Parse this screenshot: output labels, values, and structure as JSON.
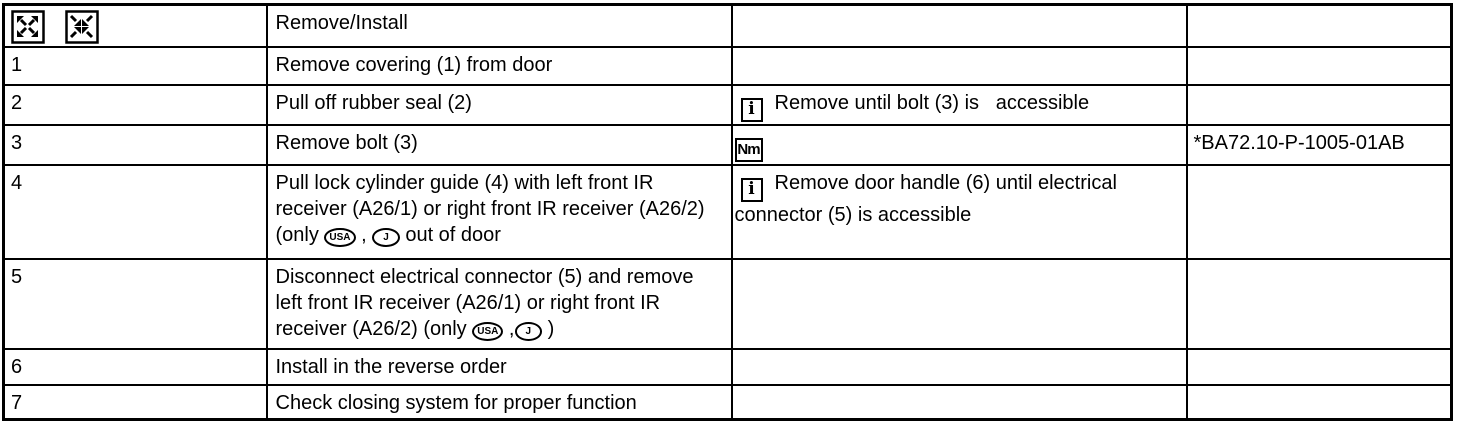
{
  "page": {
    "background": "#ffffff",
    "border_color": "#000000",
    "text_color": "#000000"
  },
  "table": {
    "header": {
      "title": "Remove/Install",
      "expand_icon": "expand-arrows",
      "collapse_icon": "collapse-arrows"
    },
    "icons": {
      "info_glyph": "i",
      "nm_glyph": "Nm",
      "usa_label": "USA",
      "japan_label": "J"
    },
    "rows": [
      {
        "num": "1",
        "action": "Remove covering (1) from door",
        "note_text": "",
        "ref": ""
      },
      {
        "num": "2",
        "action": "Pull off rubber seal (2)",
        "note_text": "Remove until bolt (3) is   accessible",
        "ref": ""
      },
      {
        "num": "3",
        "action": "Remove bolt (3)",
        "note_text": "",
        "ref": "*BA72.10-P-1005-01AB"
      },
      {
        "num": "4",
        "action_part1": "Pull lock cylinder guide (4) with left front IR receiver (A26/1) or right front IR receiver (A26/2) (only ",
        "action_sep": " , ",
        "action_part2": " out of door",
        "note_text": "Remove door handle (6) until electrical connector (5) is accessible",
        "ref": ""
      },
      {
        "num": "5",
        "action_part1": "Disconnect electrical connector (5) and remove left front IR receiver (A26/1) or right front IR receiver (A26/2) (only ",
        "action_sep": " ,",
        "action_part2": " )",
        "note_text": "",
        "ref": ""
      },
      {
        "num": "6",
        "action": "Install in the reverse order",
        "note_text": "",
        "ref": ""
      },
      {
        "num": "7",
        "action": "Check closing system for proper function",
        "note_text": "",
        "ref": ""
      }
    ]
  }
}
